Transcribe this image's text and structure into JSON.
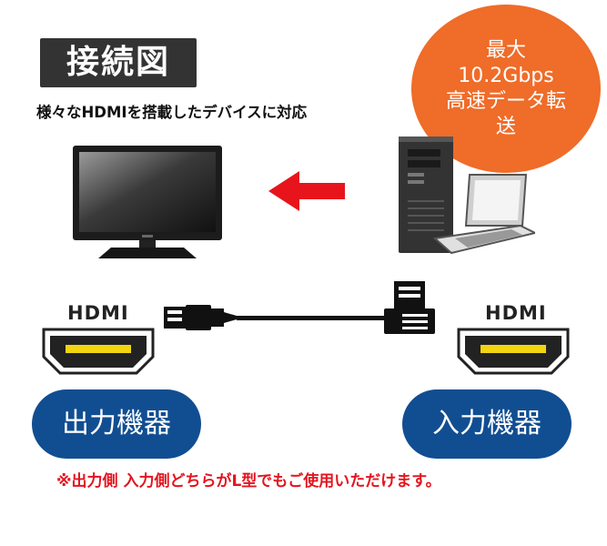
{
  "header": {
    "title": "接続図",
    "subtitle": "様々なHDMIを搭載したデバイスに対応"
  },
  "badge": {
    "lines": [
      "最大",
      "10.2Gbps",
      "高速データ転",
      "送"
    ]
  },
  "ports": {
    "left_label": "HDMI",
    "right_label": "HDMI"
  },
  "devices": {
    "output_label": "出力機器",
    "input_label": "入力機器"
  },
  "note": "※出力側 入力側どちらがL型でもご使用いただけます。",
  "colors": {
    "badge_orange": "#ef6c29",
    "pill_blue": "#114e91",
    "arrow_red": "#e8141c",
    "note_red": "#e4141e"
  }
}
